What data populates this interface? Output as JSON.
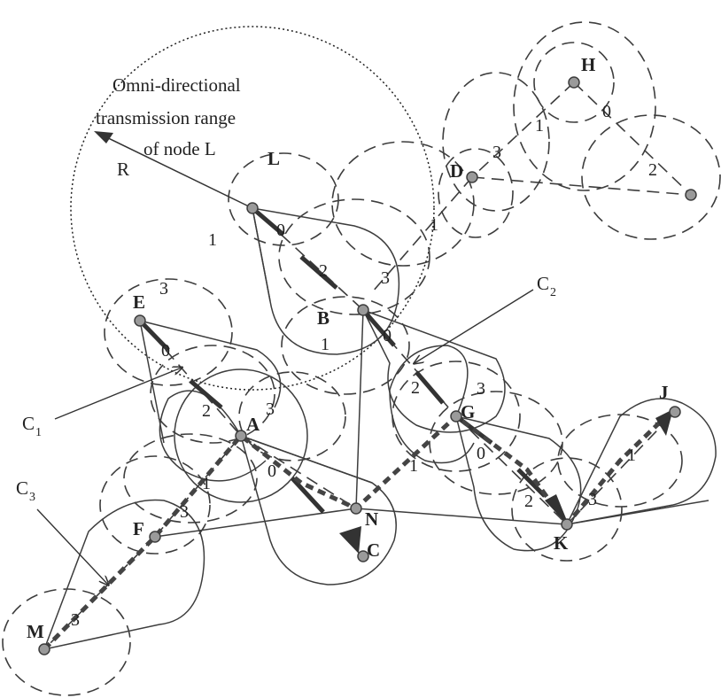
{
  "annotation": {
    "line1": "Omni-directional",
    "line2": "transmission range",
    "line3": "of node  L",
    "radius_label": "R"
  },
  "nodes": {
    "H": "H",
    "D": "D",
    "L": "L",
    "E": "E",
    "B": "B",
    "A": "A",
    "G": "G",
    "J": "J",
    "N": "N",
    "C": "C",
    "K": "K",
    "F": "F",
    "M": "M"
  },
  "components": {
    "c1": {
      "main": "C",
      "sub": "1"
    },
    "c2": {
      "main": "C",
      "sub": "2"
    },
    "c3": {
      "main": "C",
      "sub": "3"
    }
  },
  "sector_labels": {
    "h1": "1",
    "h0": "0",
    "h2": "2",
    "d3": "3",
    "d1": "1",
    "l0": "0",
    "l1": "1",
    "b2": "2",
    "b3": "3",
    "b0": "0",
    "b1": "1",
    "e3": "3",
    "e0": "0",
    "a2": "2",
    "a3": "3",
    "a0": "0",
    "a1": "1",
    "g2": "2",
    "g3": "3",
    "g0": "0",
    "g1": "1",
    "f3": "3",
    "m3": "3",
    "k2": "2",
    "k3": "3",
    "j1": "1"
  }
}
